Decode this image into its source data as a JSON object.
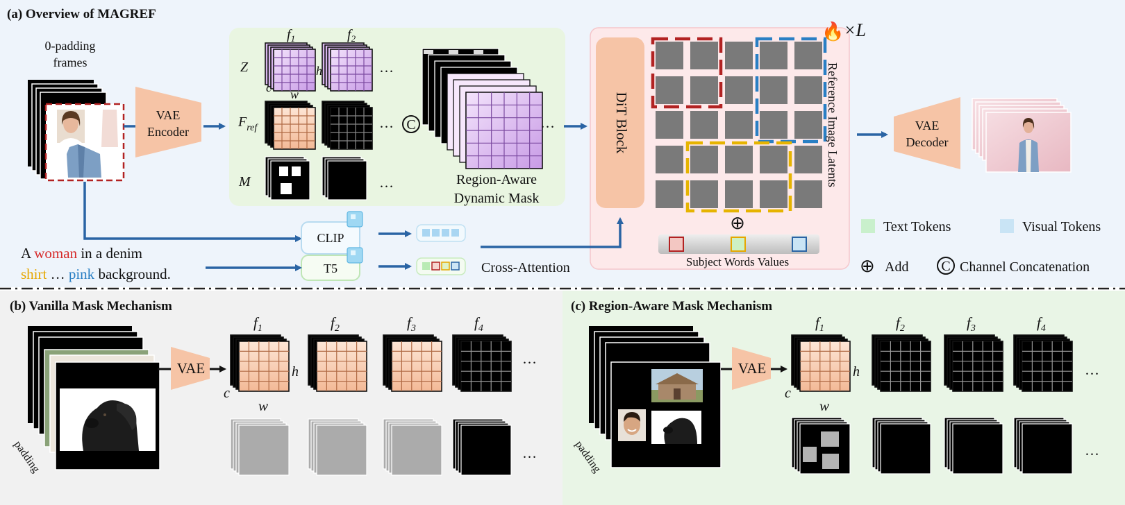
{
  "panel_a": {
    "title": "(a) Overview of MAGREF",
    "padding_label": [
      "0-padding",
      "frames"
    ],
    "vae_encoder": [
      "VAE",
      "Encoder"
    ],
    "row_labels": [
      "Z",
      "F",
      "ref",
      "M"
    ],
    "frame_labels": [
      "f",
      "1",
      "f",
      "2"
    ],
    "dim_labels": [
      "h",
      "w",
      "c"
    ],
    "ellipsis": "…",
    "concat_symbol": "C",
    "dynamic_mask_label": [
      "Region-Aware",
      "Dynamic Mask"
    ],
    "dit_block": "DiT Block",
    "repeat_label": "×L",
    "fire_icon": "🔥",
    "reference_latents_label": "Reference Image Latents",
    "add_symbol": "⊕",
    "subject_words_label": "Subject Words Values",
    "vae_decoder": [
      "VAE",
      "Decoder"
    ],
    "clip_label": "CLIP",
    "t5_label": "T5",
    "cross_attention_label": "Cross-Attention",
    "prompt": {
      "l1_a": "A ",
      "l1_word": "woman",
      "l1_b": " in a denim",
      "l2_word1": "shirt",
      "l2_mid": " … ",
      "l2_word2": "pink",
      "l2_b": " background."
    },
    "legend": {
      "text_tokens": "Text Tokens",
      "visual_tokens": "Visual Tokens",
      "add_symbol": "⊕",
      "add": "Add",
      "concat_symbol": "C",
      "channel_concat": "Channel Concatenation"
    }
  },
  "panel_b": {
    "title": "(b) Vanilla Mask Mechanism",
    "padding_label": "padding",
    "vae": "VAE",
    "frame_labels": [
      [
        "f",
        "1"
      ],
      [
        "f",
        "2"
      ],
      [
        "f",
        "3"
      ],
      [
        "f",
        "4"
      ]
    ],
    "dim_labels": [
      "h",
      "w",
      "c"
    ],
    "ellipsis": "…"
  },
  "panel_c": {
    "title": "(c) Region-Aware Mask Mechanism",
    "padding_label": "padding",
    "vae": "VAE",
    "frame_labels": [
      [
        "f",
        "1"
      ],
      [
        "f",
        "2"
      ],
      [
        "f",
        "3"
      ],
      [
        "f",
        "4"
      ]
    ],
    "dim_labels": [
      "h",
      "w",
      "c"
    ],
    "ellipsis": "…"
  },
  "colors": {
    "panel_a_bg": "#eef4fb",
    "green_box": "#e9f5e1",
    "pink_box": "#fde9ea",
    "panel_b_bg": "#f1f1f1",
    "panel_c_bg": "#e9f5e6",
    "vae_fill": "#f6c4a6",
    "arrow": "#2a64a4",
    "red_word": "#d62a2a",
    "yellow_word": "#e6a700",
    "blue_word": "#2a7fc4",
    "latent_gray": "#7a7a7a",
    "purple": "#d9b7ee",
    "peach": "#f8cdb3",
    "text_token": "#c9f0cc",
    "visual_token": "#c9e4f5"
  }
}
